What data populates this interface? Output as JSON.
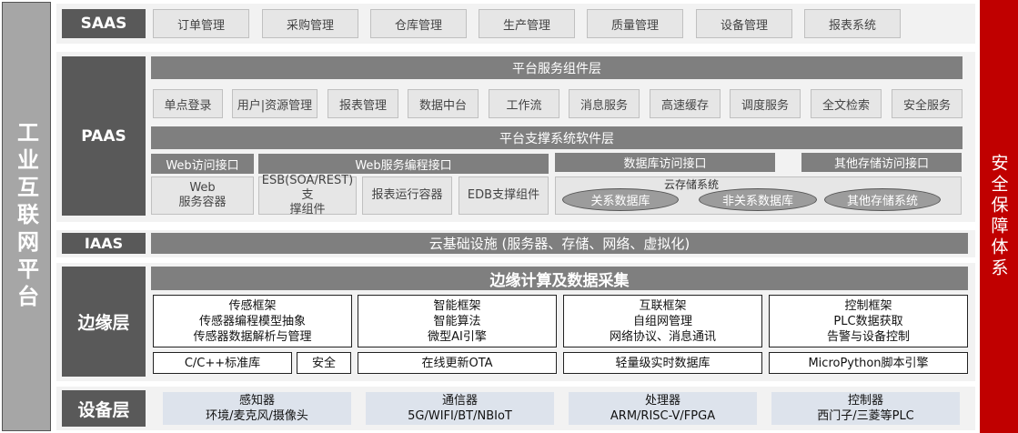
{
  "left_band": {
    "title": "工业互联网平台"
  },
  "right_band": {
    "title": "安全保障体系"
  },
  "saas": {
    "label": "SAAS",
    "items": [
      "订单管理",
      "采购管理",
      "仓库管理",
      "生产管理",
      "质量管理",
      "设备管理",
      "报表系统"
    ]
  },
  "paas": {
    "label": "PAAS",
    "service_layer_title": "平台服务组件层",
    "services": [
      "单点登录",
      "用户|资源管理",
      "报表管理",
      "数据中台",
      "工作流",
      "消息服务",
      "高速缓存",
      "调度服务",
      "全文检索",
      "安全服务"
    ],
    "support_layer_title": "平台支撑系统软件层",
    "web_access": {
      "title": "Web访问接口",
      "container": "Web\n服务容器"
    },
    "web_service": {
      "title": "Web服务编程接口",
      "items": [
        "ESB(SOA/REST)支\n撑组件",
        "报表运行容器",
        "EDB支撑组件"
      ]
    },
    "db_access_title": "数据库访问接口",
    "other_storage_title": "其他存储访问接口",
    "cloud_storage": {
      "title": "云存储系统",
      "items": [
        "关系数据库",
        "非关系数据库",
        "其他存储系统"
      ]
    }
  },
  "iaas": {
    "label": "IAAS",
    "content": "云基础设施 (服务器、存储、网络、虚拟化)"
  },
  "edge": {
    "label": "边缘层",
    "title": "边缘计算及数据采集",
    "frameworks": [
      {
        "lines": [
          "传感框架",
          "传感器编程模型抽象",
          "传感器数据解析与管理"
        ]
      },
      {
        "lines": [
          "智能框架",
          "智能算法",
          "微型AI引擎"
        ]
      },
      {
        "lines": [
          "互联框架",
          "自组网管理",
          "网络协议、消息通讯"
        ]
      },
      {
        "lines": [
          "控制框架",
          "PLC数据获取",
          "告警与设备控制"
        ]
      }
    ],
    "bottom": [
      "C/C++标准库",
      "安全",
      "在线更新OTA",
      "轻量级实时数据库",
      "MicroPython脚本引擎"
    ]
  },
  "device": {
    "label": "设备层",
    "items": [
      {
        "title": "感知器",
        "detail": "环境/麦克风/摄像头"
      },
      {
        "title": "通信器",
        "detail": "5G/WIFI/BT/NBIoT"
      },
      {
        "title": "处理器",
        "detail": "ARM/RISC-V/FPGA"
      },
      {
        "title": "控制器",
        "detail": "西门子/三菱等PLC"
      }
    ]
  }
}
